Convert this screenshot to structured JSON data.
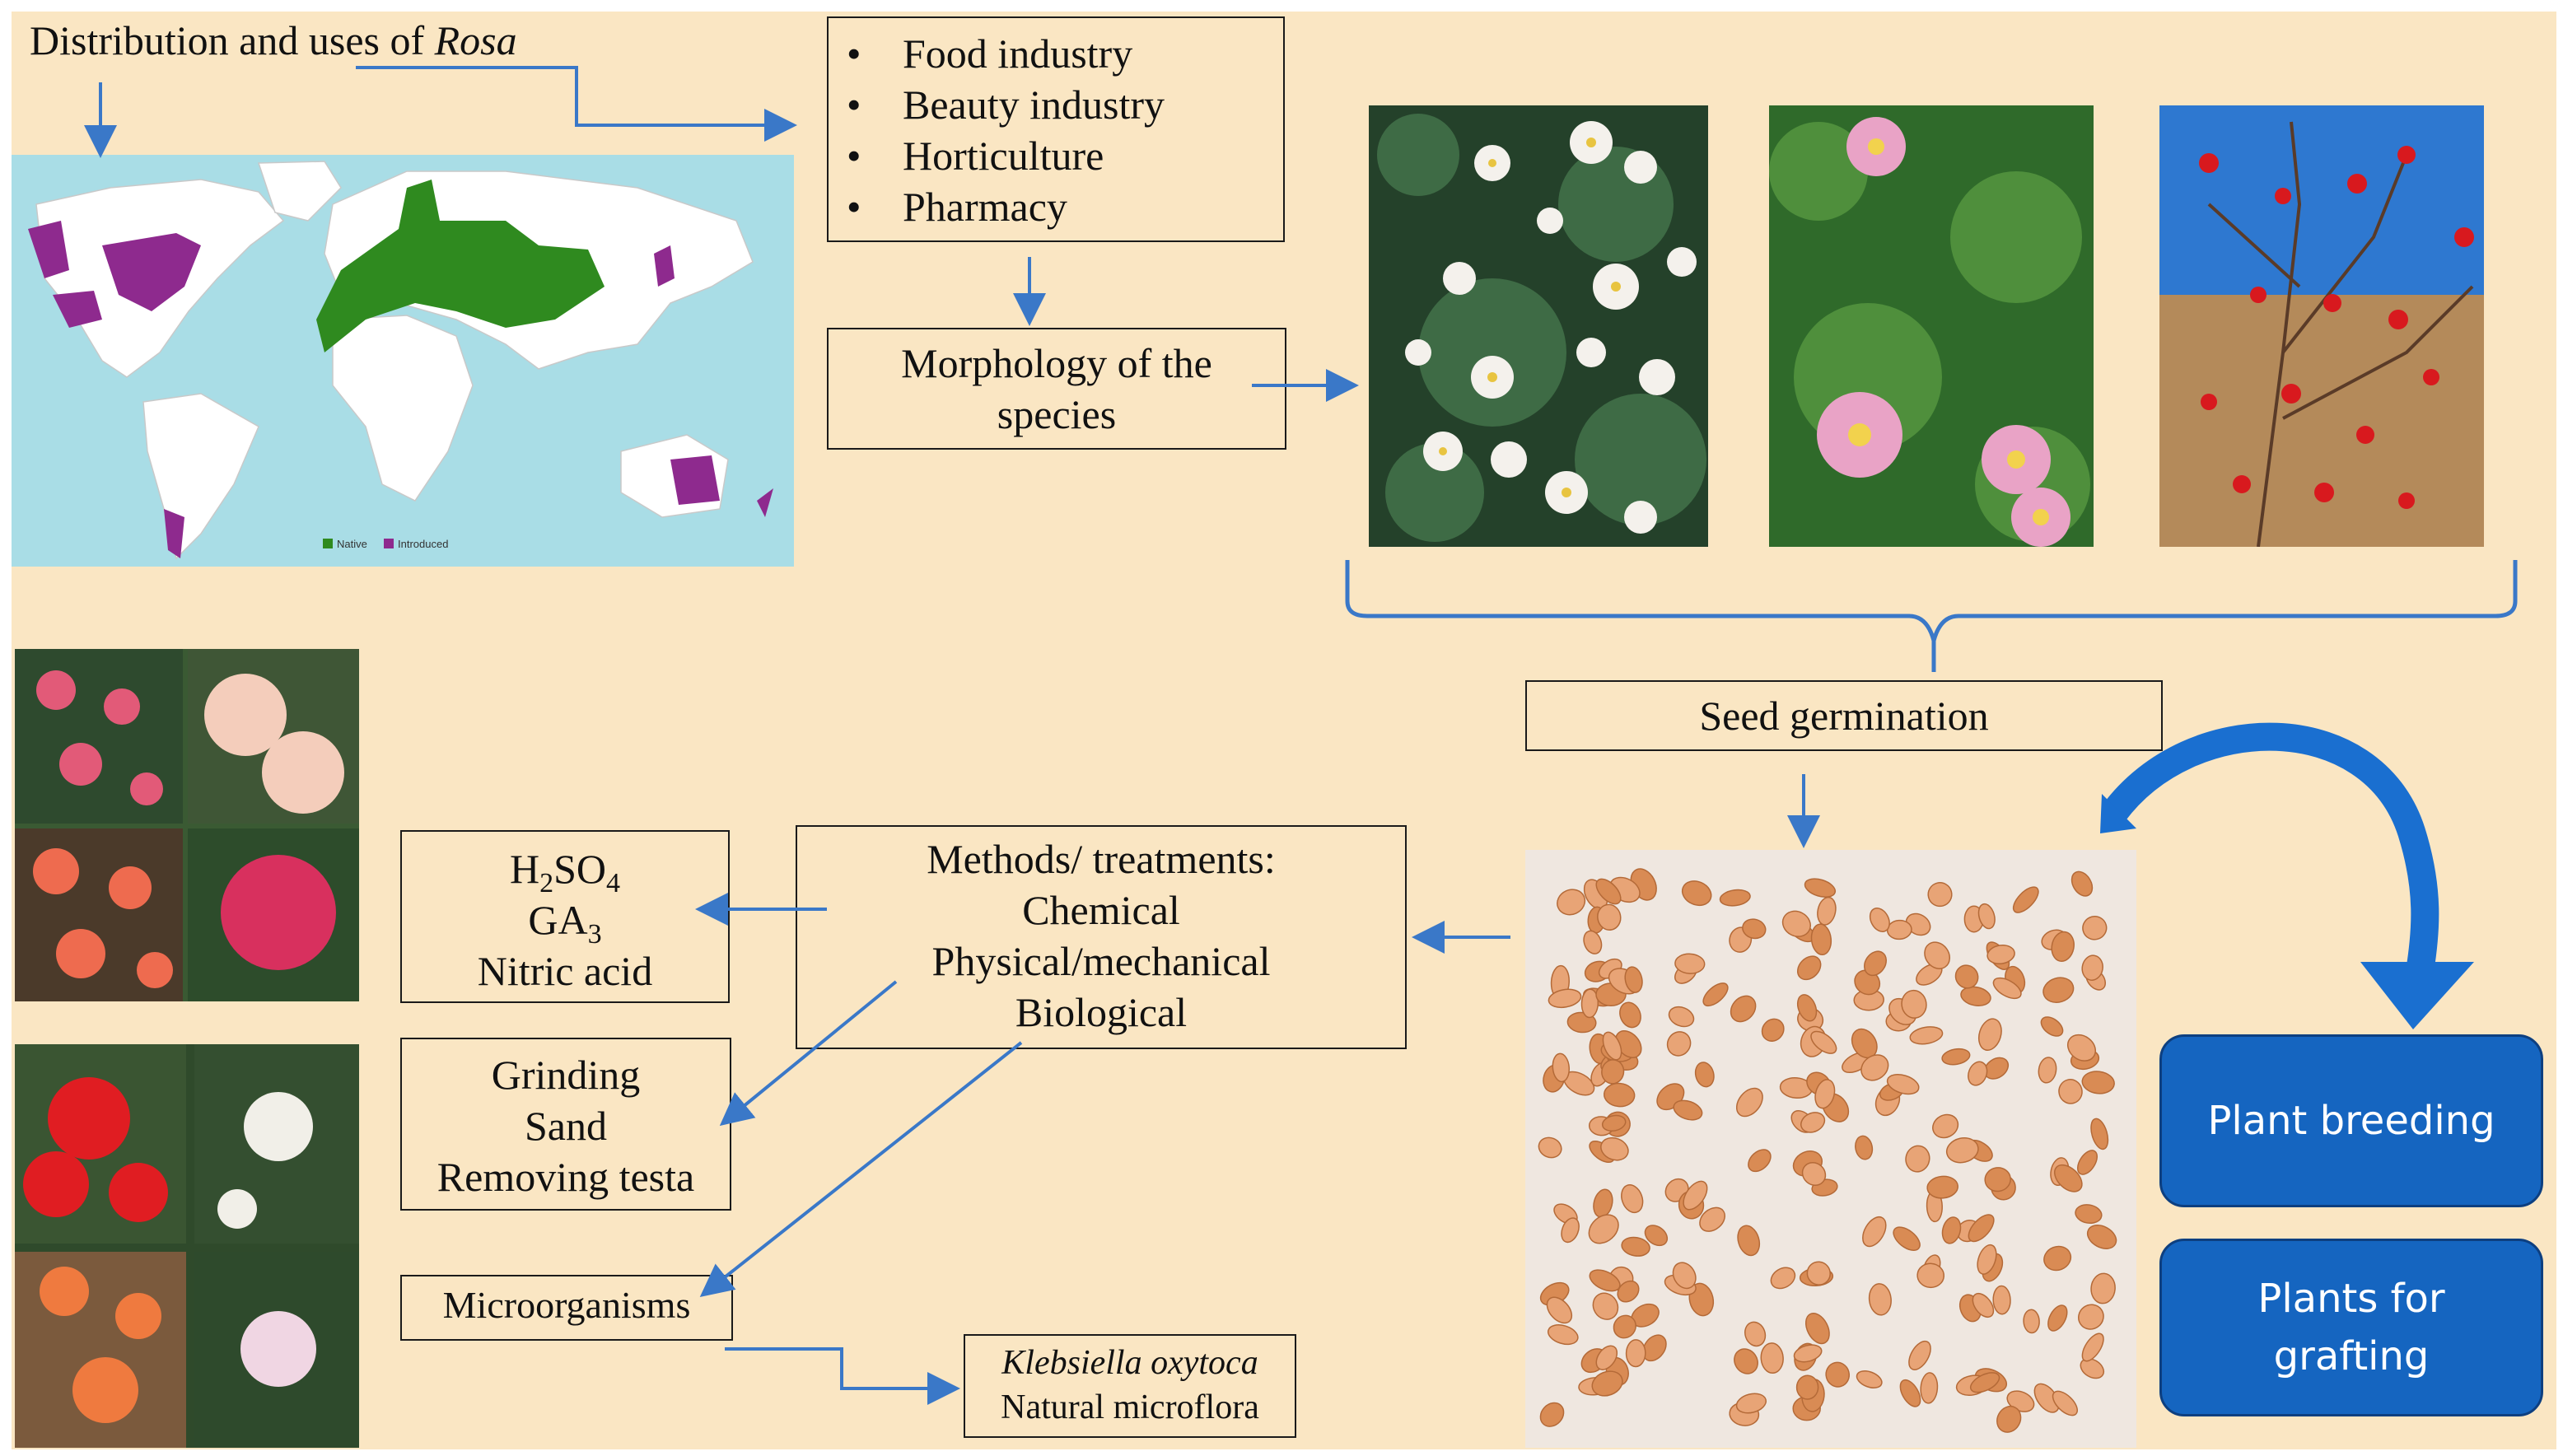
{
  "title": {
    "prefix": "Distribution and uses of ",
    "genus": "Rosa"
  },
  "uses": [
    "Food industry",
    "Beauty industry",
    "Horticulture",
    "Pharmacy"
  ],
  "morphology": [
    "Morphology of the",
    "species"
  ],
  "map_legend": {
    "native": "Native",
    "introduced": "Introduced"
  },
  "seed_germination": "Seed germination",
  "methods": [
    "Methods/ treatments:",
    "Chemical",
    "Physical/mechanical",
    "Biological"
  ],
  "chemical": {
    "h2so4_base": "H",
    "h2so4_sub1": "2",
    "h2so4_mid": "SO",
    "h2so4_sub2": "4",
    "ga_base": "GA",
    "ga_sub": "3",
    "nitric": "Nitric acid"
  },
  "mechanical": [
    "Grinding",
    "Sand",
    "Removing testa"
  ],
  "biological": "Microorganisms",
  "microbes": {
    "species": "Klebsiella oxytoca",
    "flora": "Natural microflora"
  },
  "outcomes": {
    "breeding": "Plant breeding",
    "grafting": [
      "Plants for",
      "grafting"
    ]
  },
  "colors": {
    "background": "#fae6c3",
    "arrow": "#3a78c8",
    "accent": "#1565c0",
    "native": "#2f8a1f",
    "introduced": "#8e2a8e",
    "ocean": "#a9dde6"
  }
}
